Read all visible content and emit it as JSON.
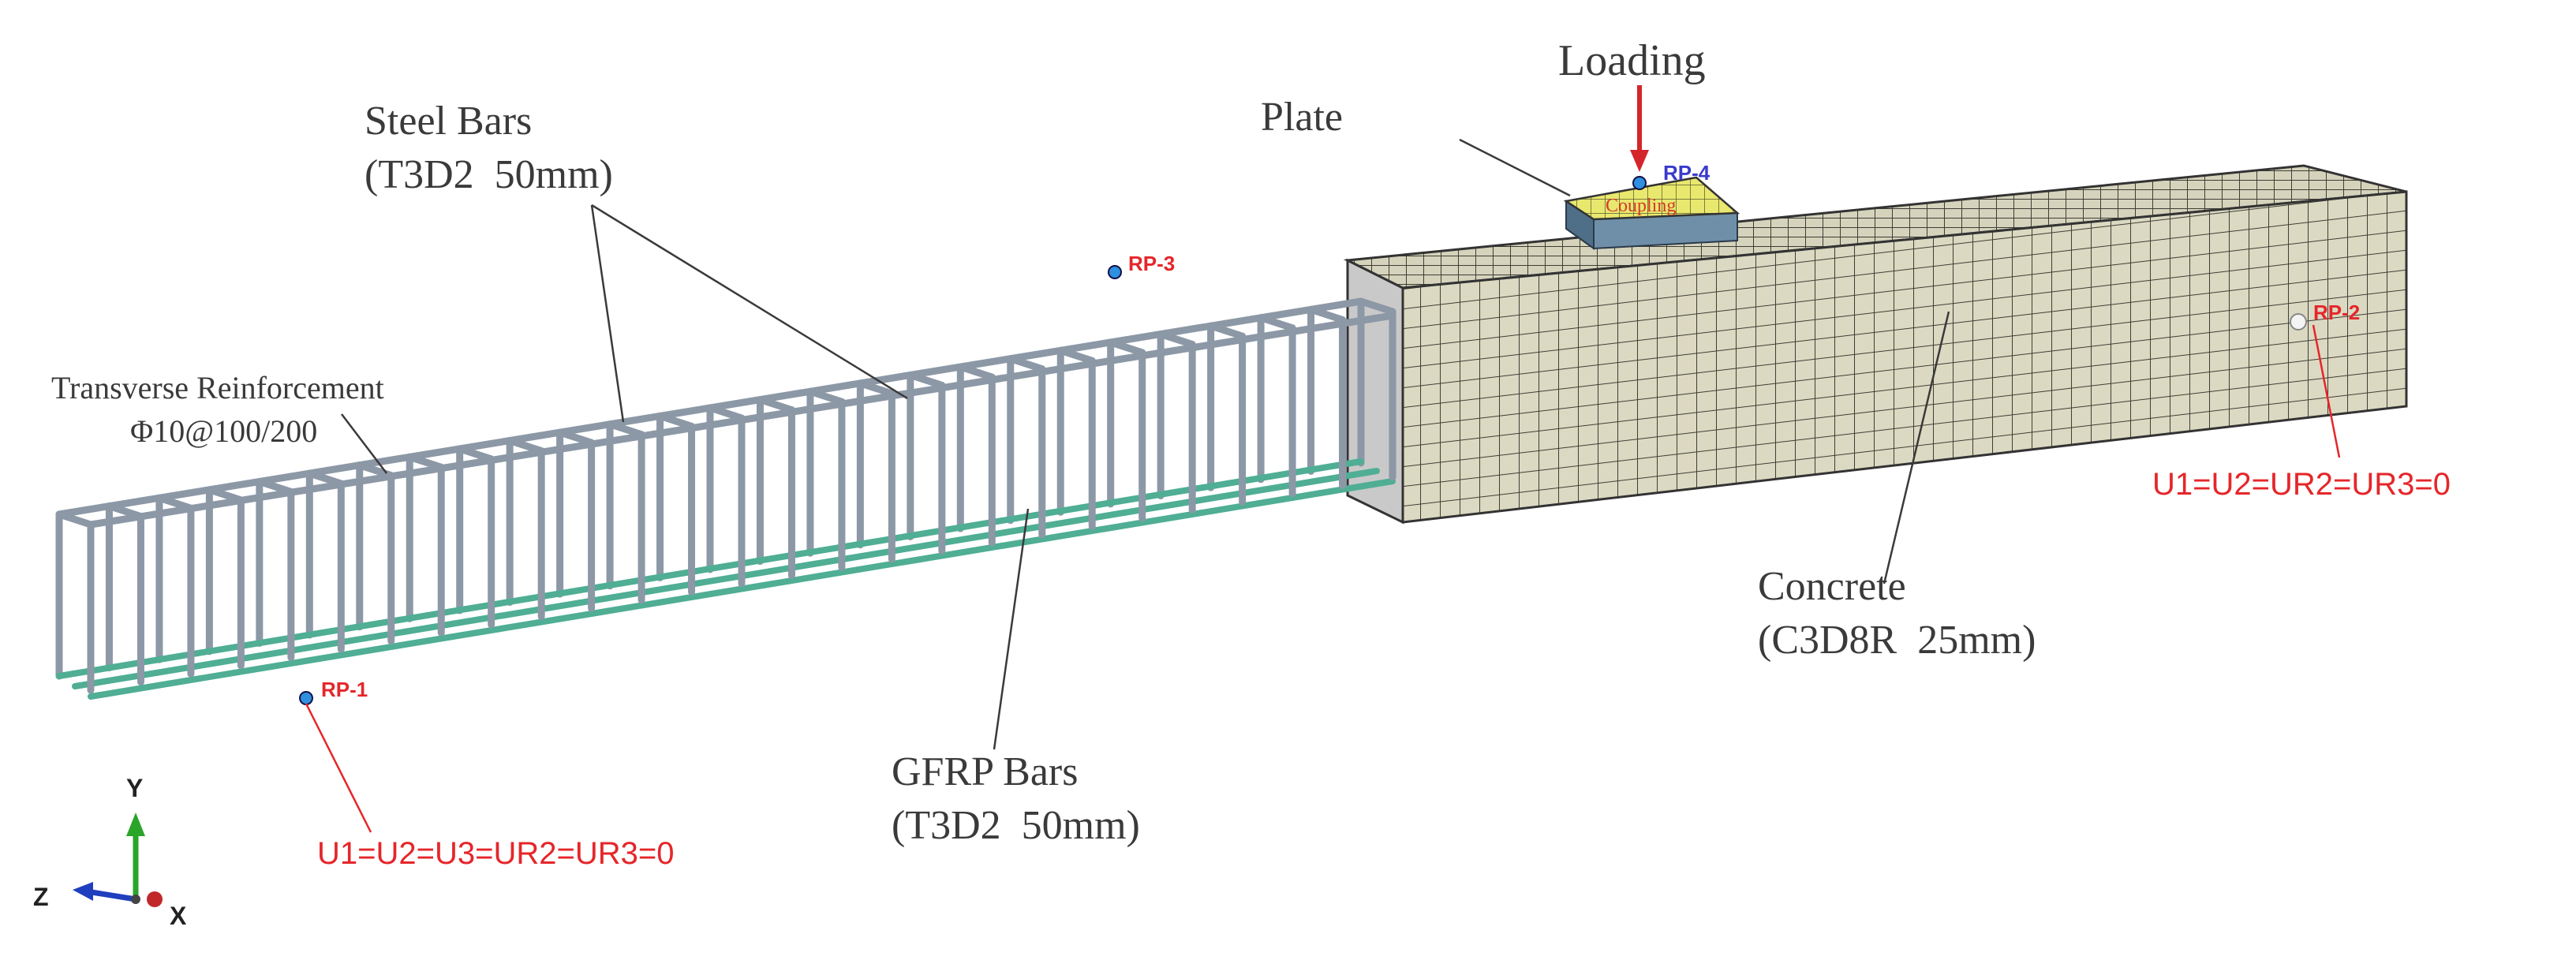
{
  "labels": {
    "loading": "Loading",
    "plate": "Plate",
    "coupling": "Coupling",
    "steel_bars": "Steel Bars",
    "steel_bars_element": "(T3D2  50mm)",
    "transverse": "Transverse Reinforcement",
    "transverse_spec": "Φ10@100/200",
    "gfrp_bars": "GFRP Bars",
    "gfrp_bars_element": "(T3D2  50mm)",
    "concrete": "Concrete",
    "concrete_element": "(C3D8R  25mm)"
  },
  "reference_points": {
    "rp1": "RP-1",
    "rp2": "RP-2",
    "rp3": "RP-3",
    "rp4": "RP-4"
  },
  "boundary_conditions": {
    "rp1": "U1=U2=U3=UR2=UR3=0",
    "rp2": "U1=U2=UR2=UR3=0"
  },
  "axes": {
    "y": "Y",
    "z": "Z",
    "x": "X"
  },
  "colors": {
    "steel": "#8c98a6",
    "gfrp": "#4fae94",
    "concrete_face": "#d9d5bd",
    "mesh_line": "#3d3d35",
    "plate": "#e8e86a",
    "boundary_text": "#e5262a",
    "loading_arrow": "#d4262a"
  }
}
